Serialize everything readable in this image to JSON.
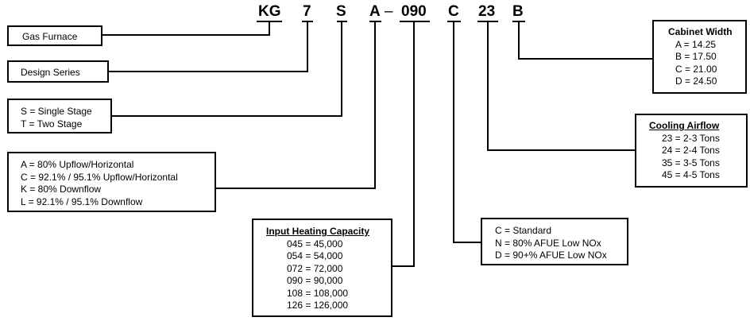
{
  "code_letters": [
    "KG",
    "7",
    "S",
    "A",
    "–",
    "090",
    "C",
    "23",
    "B"
  ],
  "boxes": {
    "gas_furnace": {
      "lines": [
        "Gas Furnace"
      ]
    },
    "design_series": {
      "lines": [
        "Design Series"
      ]
    },
    "stage": {
      "lines": [
        "S = Single Stage",
        "T = Two Stage"
      ]
    },
    "airflow_config": {
      "lines": [
        "A = 80% Upflow/Horizontal",
        "C = 92.1% / 95.1% Upflow/Horizontal",
        "K = 80% Downflow",
        "L = 92.1% / 95.1% Downflow"
      ]
    },
    "heating_capacity": {
      "title": "Input Heating Capacity",
      "lines": [
        "045 = 45,000",
        "054 = 54,000",
        "072 = 72,000",
        "090 = 90,000",
        "108 = 108,000",
        "126 = 126,000"
      ]
    },
    "variation": {
      "lines": [
        "C = Standard",
        "N = 80% AFUE Low NOx",
        "D = 90+% AFUE Low NOx"
      ]
    },
    "cooling_airflow": {
      "title": "Cooling Airflow",
      "lines": [
        "23 = 2-3 Tons",
        "24 = 2-4 Tons",
        "35 = 3-5 Tons",
        "45 = 4-5 Tons"
      ]
    },
    "cabinet_width": {
      "title": "Cabinet Width",
      "lines": [
        "A = 14.25",
        "B = 17.50",
        "C = 21.00",
        "D = 24.50"
      ]
    }
  }
}
